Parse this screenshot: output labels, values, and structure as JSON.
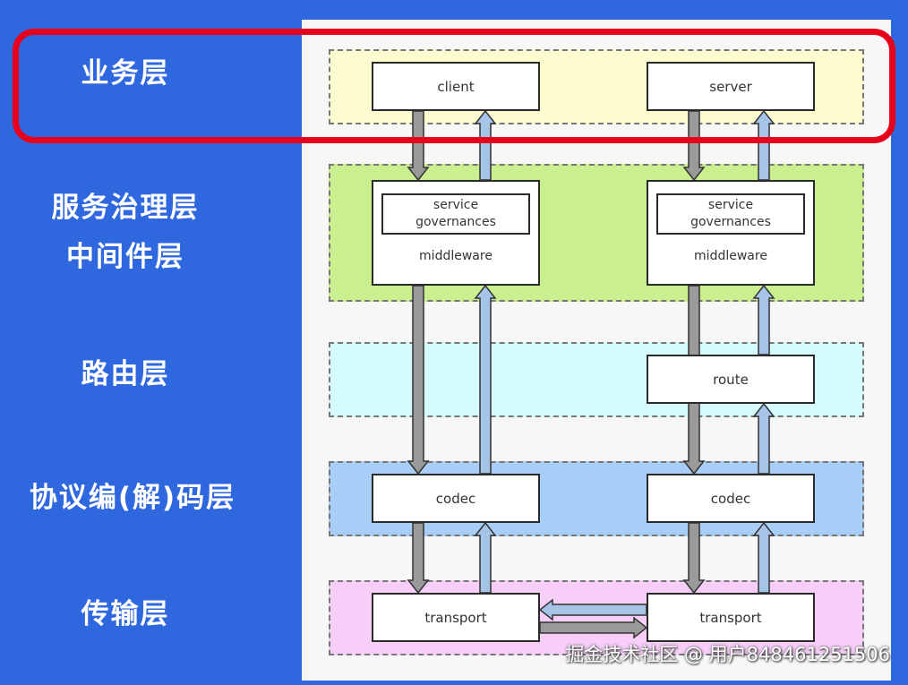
{
  "sidebar": {
    "business": "业务层",
    "governance_line1": "服务治理层",
    "governance_line2": "中间件层",
    "routing": "路由层",
    "codec": "协议编(解)码层",
    "transport": "传输层"
  },
  "layers": {
    "business": {
      "color": "#fdfbd0"
    },
    "governance": {
      "color": "#c9ef8e"
    },
    "routing": {
      "color": "#d5fbfc"
    },
    "codec": {
      "color": "#a8cdf6"
    },
    "transport": {
      "color": "#f6cef8"
    }
  },
  "client_side": {
    "client": "client",
    "service_line1": "service",
    "service_line2": "governances",
    "middleware": "middleware",
    "codec": "codec",
    "transport": "transport"
  },
  "server_side": {
    "server": "server",
    "service_line1": "service",
    "service_line2": "governances",
    "middleware": "middleware",
    "route": "route",
    "codec": "codec",
    "transport": "transport"
  },
  "colors": {
    "background": "#2f67df",
    "highlight": "#e6001b",
    "down_arrow": "#9a9a9a",
    "up_arrow": "#a6c3e8"
  },
  "watermark": "掘金技术社区 @ 用户848461251506"
}
